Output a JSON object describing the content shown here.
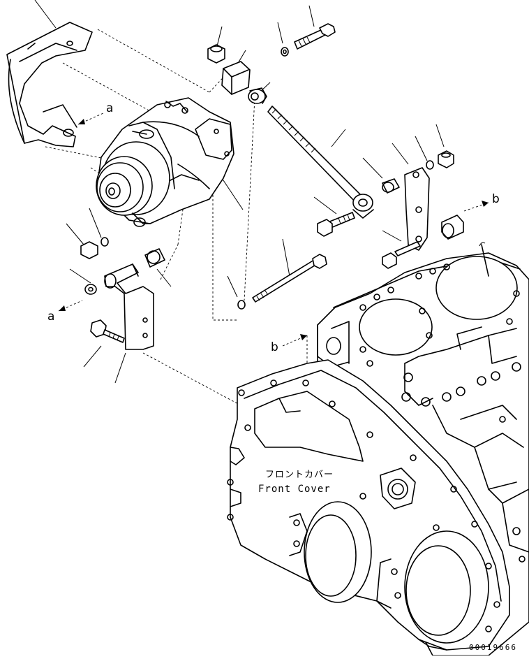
{
  "callouts": {
    "a_upper": "a",
    "a_lower": "a",
    "b_right": "b",
    "b_lower": "b"
  },
  "front_cover_label_jp": "フロントカバー",
  "front_cover_label_en": "Front Cover",
  "drawing_code": "00019666"
}
